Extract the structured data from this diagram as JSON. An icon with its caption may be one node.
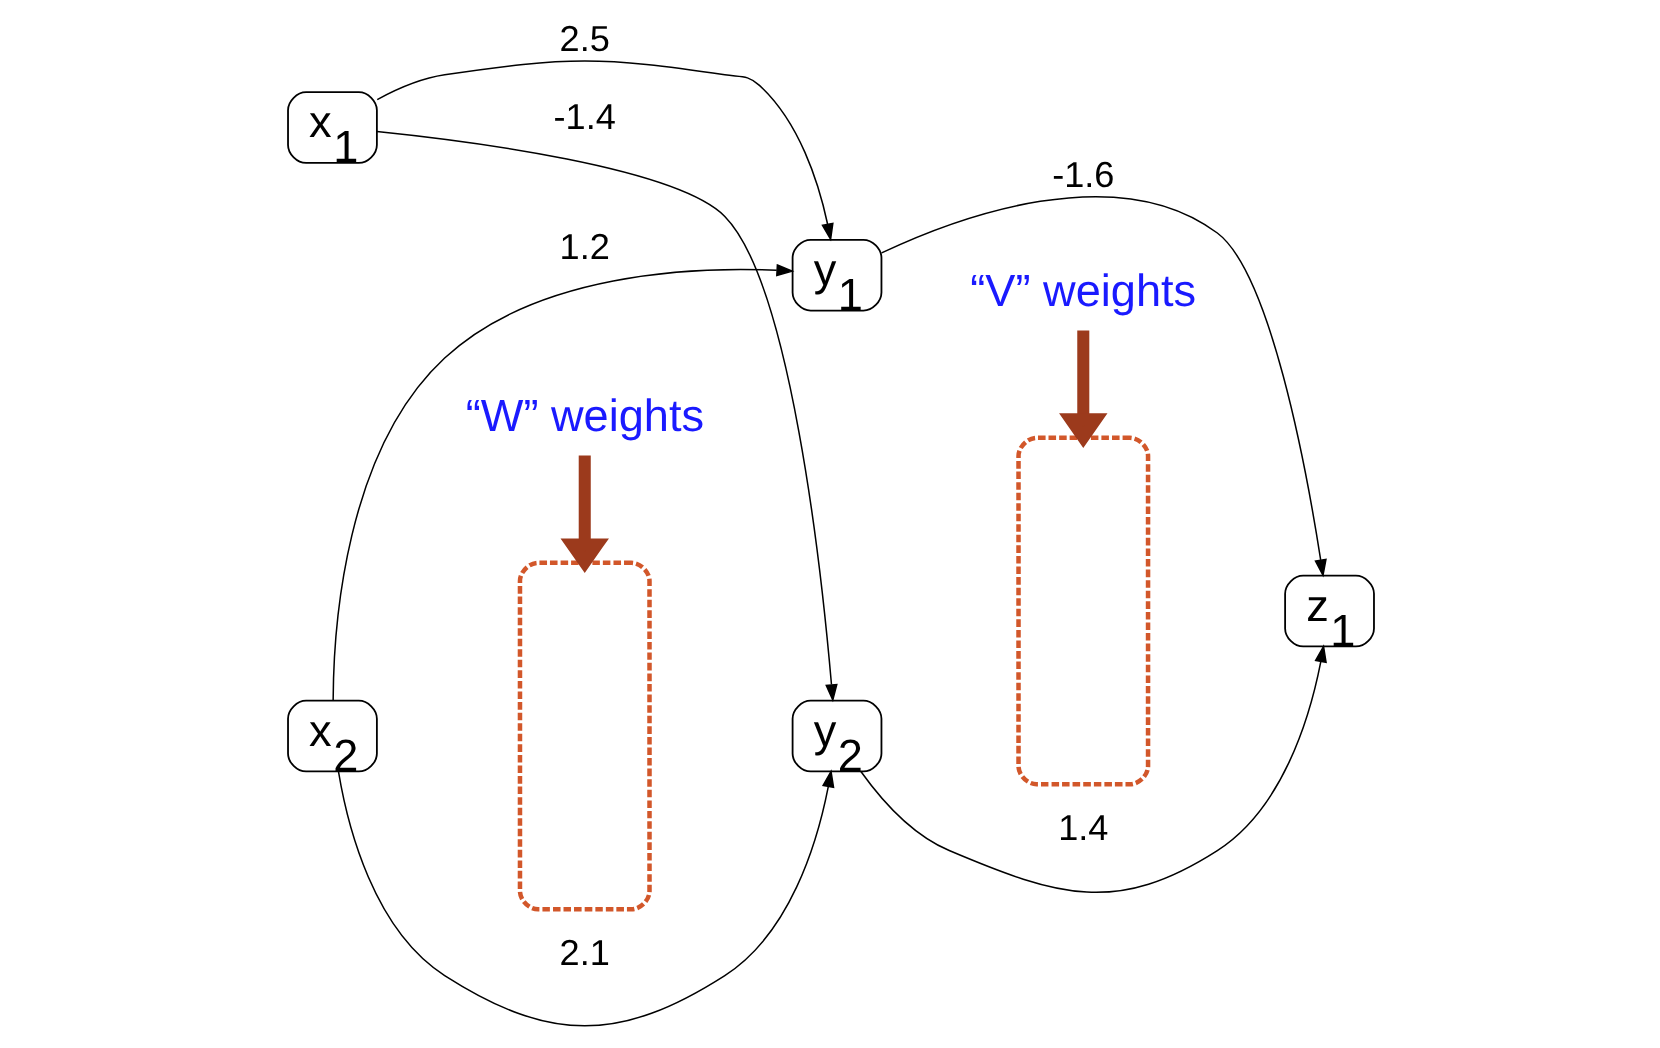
{
  "diagram": {
    "nodes": [
      {
        "text": [
          "“W” weights"
        ]
      },
      {
        "text": [
          "“V” weights"
        ]
      },
      {
        "text": [],
        "shape": "box"
      },
      {
        "text": [
          "x$_{1}$"
        ]
      },
      {
        "text": [
          "y$_{1}$"
        ]
      },
      {
        "text": [],
        "shape": "box"
      },
      {
        "text": [
          "z$_{1}$"
        ]
      },
      {
        "text": [
          "x$_{2}$"
        ]
      },
      {
        "text": [
          "y$_{2}$"
        ]
      }
    ],
    "edges": [
      {
        "from": 0,
        "to": 2,
        "arrow": "to",
        "style": "thick",
        "color": "#9c3a1c"
      },
      {
        "from": 1,
        "to": 5,
        "arrow": "to",
        "style": "thick",
        "color": "#9c3a1c"
      },
      {
        "from": 3,
        "to": 4,
        "arrow": "to",
        "label": "2.5"
      },
      {
        "from": 3,
        "to": 8,
        "arrow": "to",
        "label": "-1.4"
      },
      {
        "from": 7,
        "to": 4,
        "arrow": "to",
        "label": "1.2"
      },
      {
        "from": 7,
        "to": 8,
        "arrow": "to",
        "label": "2.1"
      },
      {
        "from": 4,
        "to": 6,
        "arrow": "to",
        "label": "-1.6"
      },
      {
        "from": 8,
        "to": 6,
        "arrow": "to",
        "label": "1.4"
      }
    ]
  }
}
